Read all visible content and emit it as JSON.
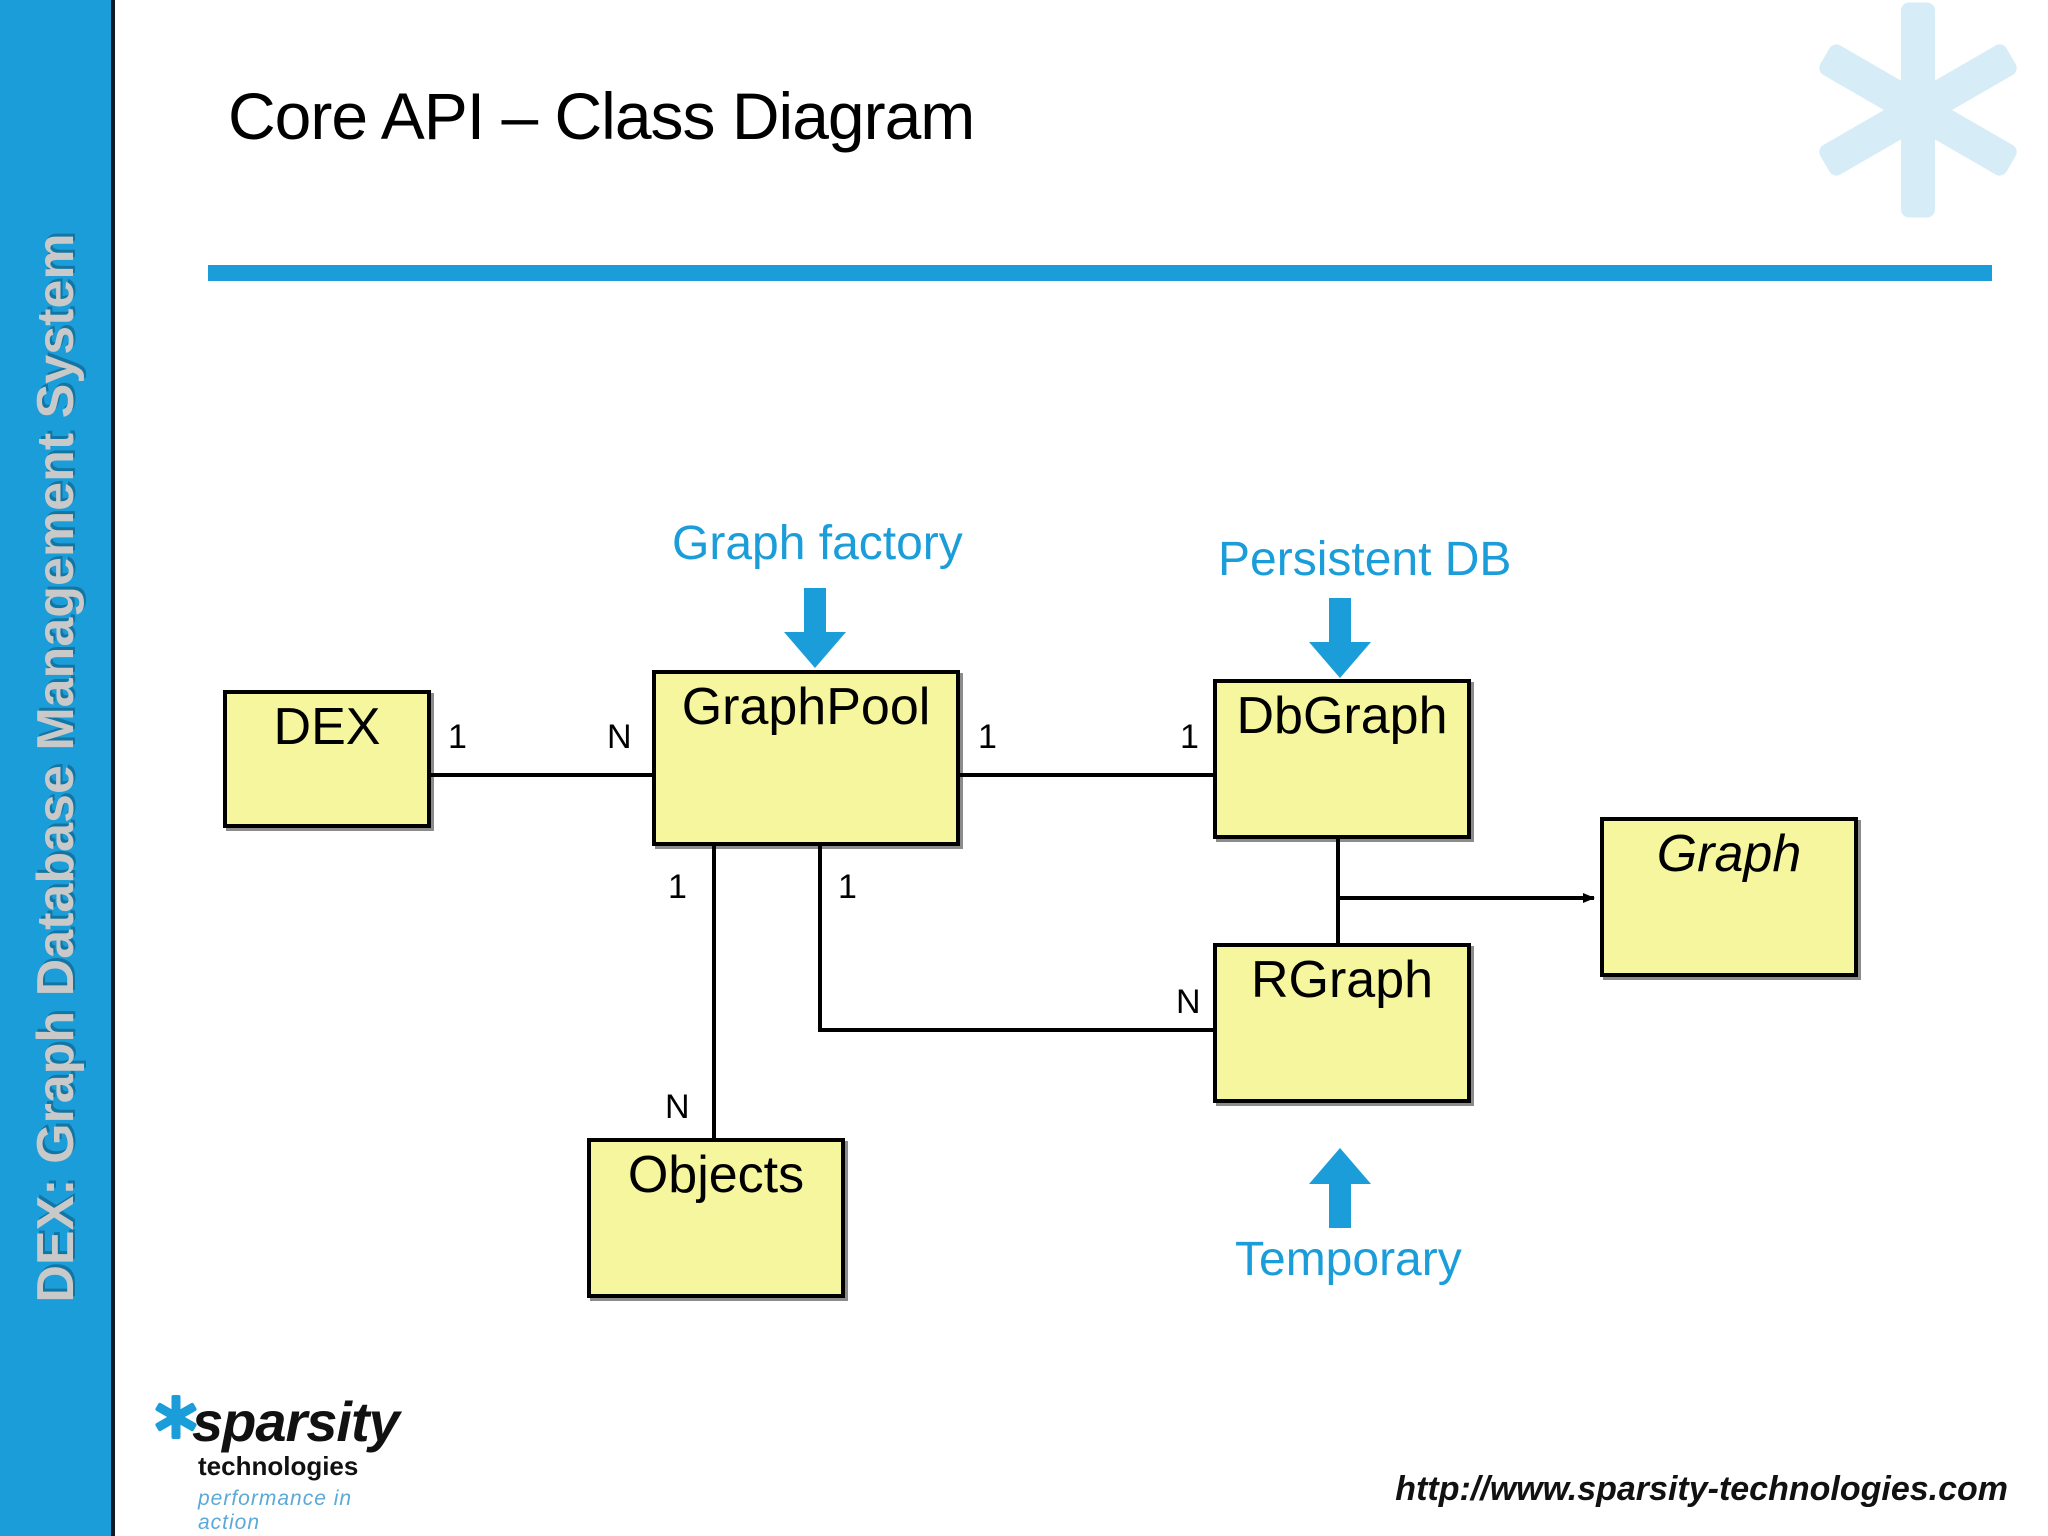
{
  "slide": {
    "title": "Core API – Class Diagram",
    "sidebar_text": "DEX: Graph Database Management System",
    "accent_color": "#1a9dd9",
    "box_fill_color": "#f6f69e",
    "watermark_color": "#d6ecf7"
  },
  "diagram": {
    "type": "uml-class-diagram",
    "boxes": [
      {
        "id": "dex",
        "label": "DEX",
        "italic": false
      },
      {
        "id": "graphpool",
        "label": "GraphPool",
        "italic": false
      },
      {
        "id": "dbgraph",
        "label": "DbGraph",
        "italic": false
      },
      {
        "id": "rgraph",
        "label": "RGraph",
        "italic": false
      },
      {
        "id": "objects",
        "label": "Objects",
        "italic": false
      },
      {
        "id": "graph",
        "label": "Graph",
        "italic": true
      }
    ],
    "multiplicities": [
      {
        "id": "dex-side",
        "value": "1"
      },
      {
        "id": "graphpool-left",
        "value": "N"
      },
      {
        "id": "graphpool-right",
        "value": "1"
      },
      {
        "id": "dbgraph-left",
        "value": "1"
      },
      {
        "id": "graphpool-bottom-1",
        "value": "1"
      },
      {
        "id": "graphpool-bottom-2",
        "value": "1"
      },
      {
        "id": "objects-top",
        "value": "N"
      },
      {
        "id": "rgraph-left",
        "value": "N"
      }
    ],
    "annotations": [
      {
        "id": "graph-factory",
        "label": "Graph factory",
        "arrow": "down"
      },
      {
        "id": "persistent-db",
        "label": "Persistent DB",
        "arrow": "down"
      },
      {
        "id": "temporary",
        "label": "Temporary",
        "arrow": "up"
      }
    ]
  },
  "footer": {
    "logo_brand": "sparsity",
    "logo_sub": "technologies",
    "logo_tagline": "performance in action",
    "url": "http://www.sparsity-technologies.com"
  }
}
